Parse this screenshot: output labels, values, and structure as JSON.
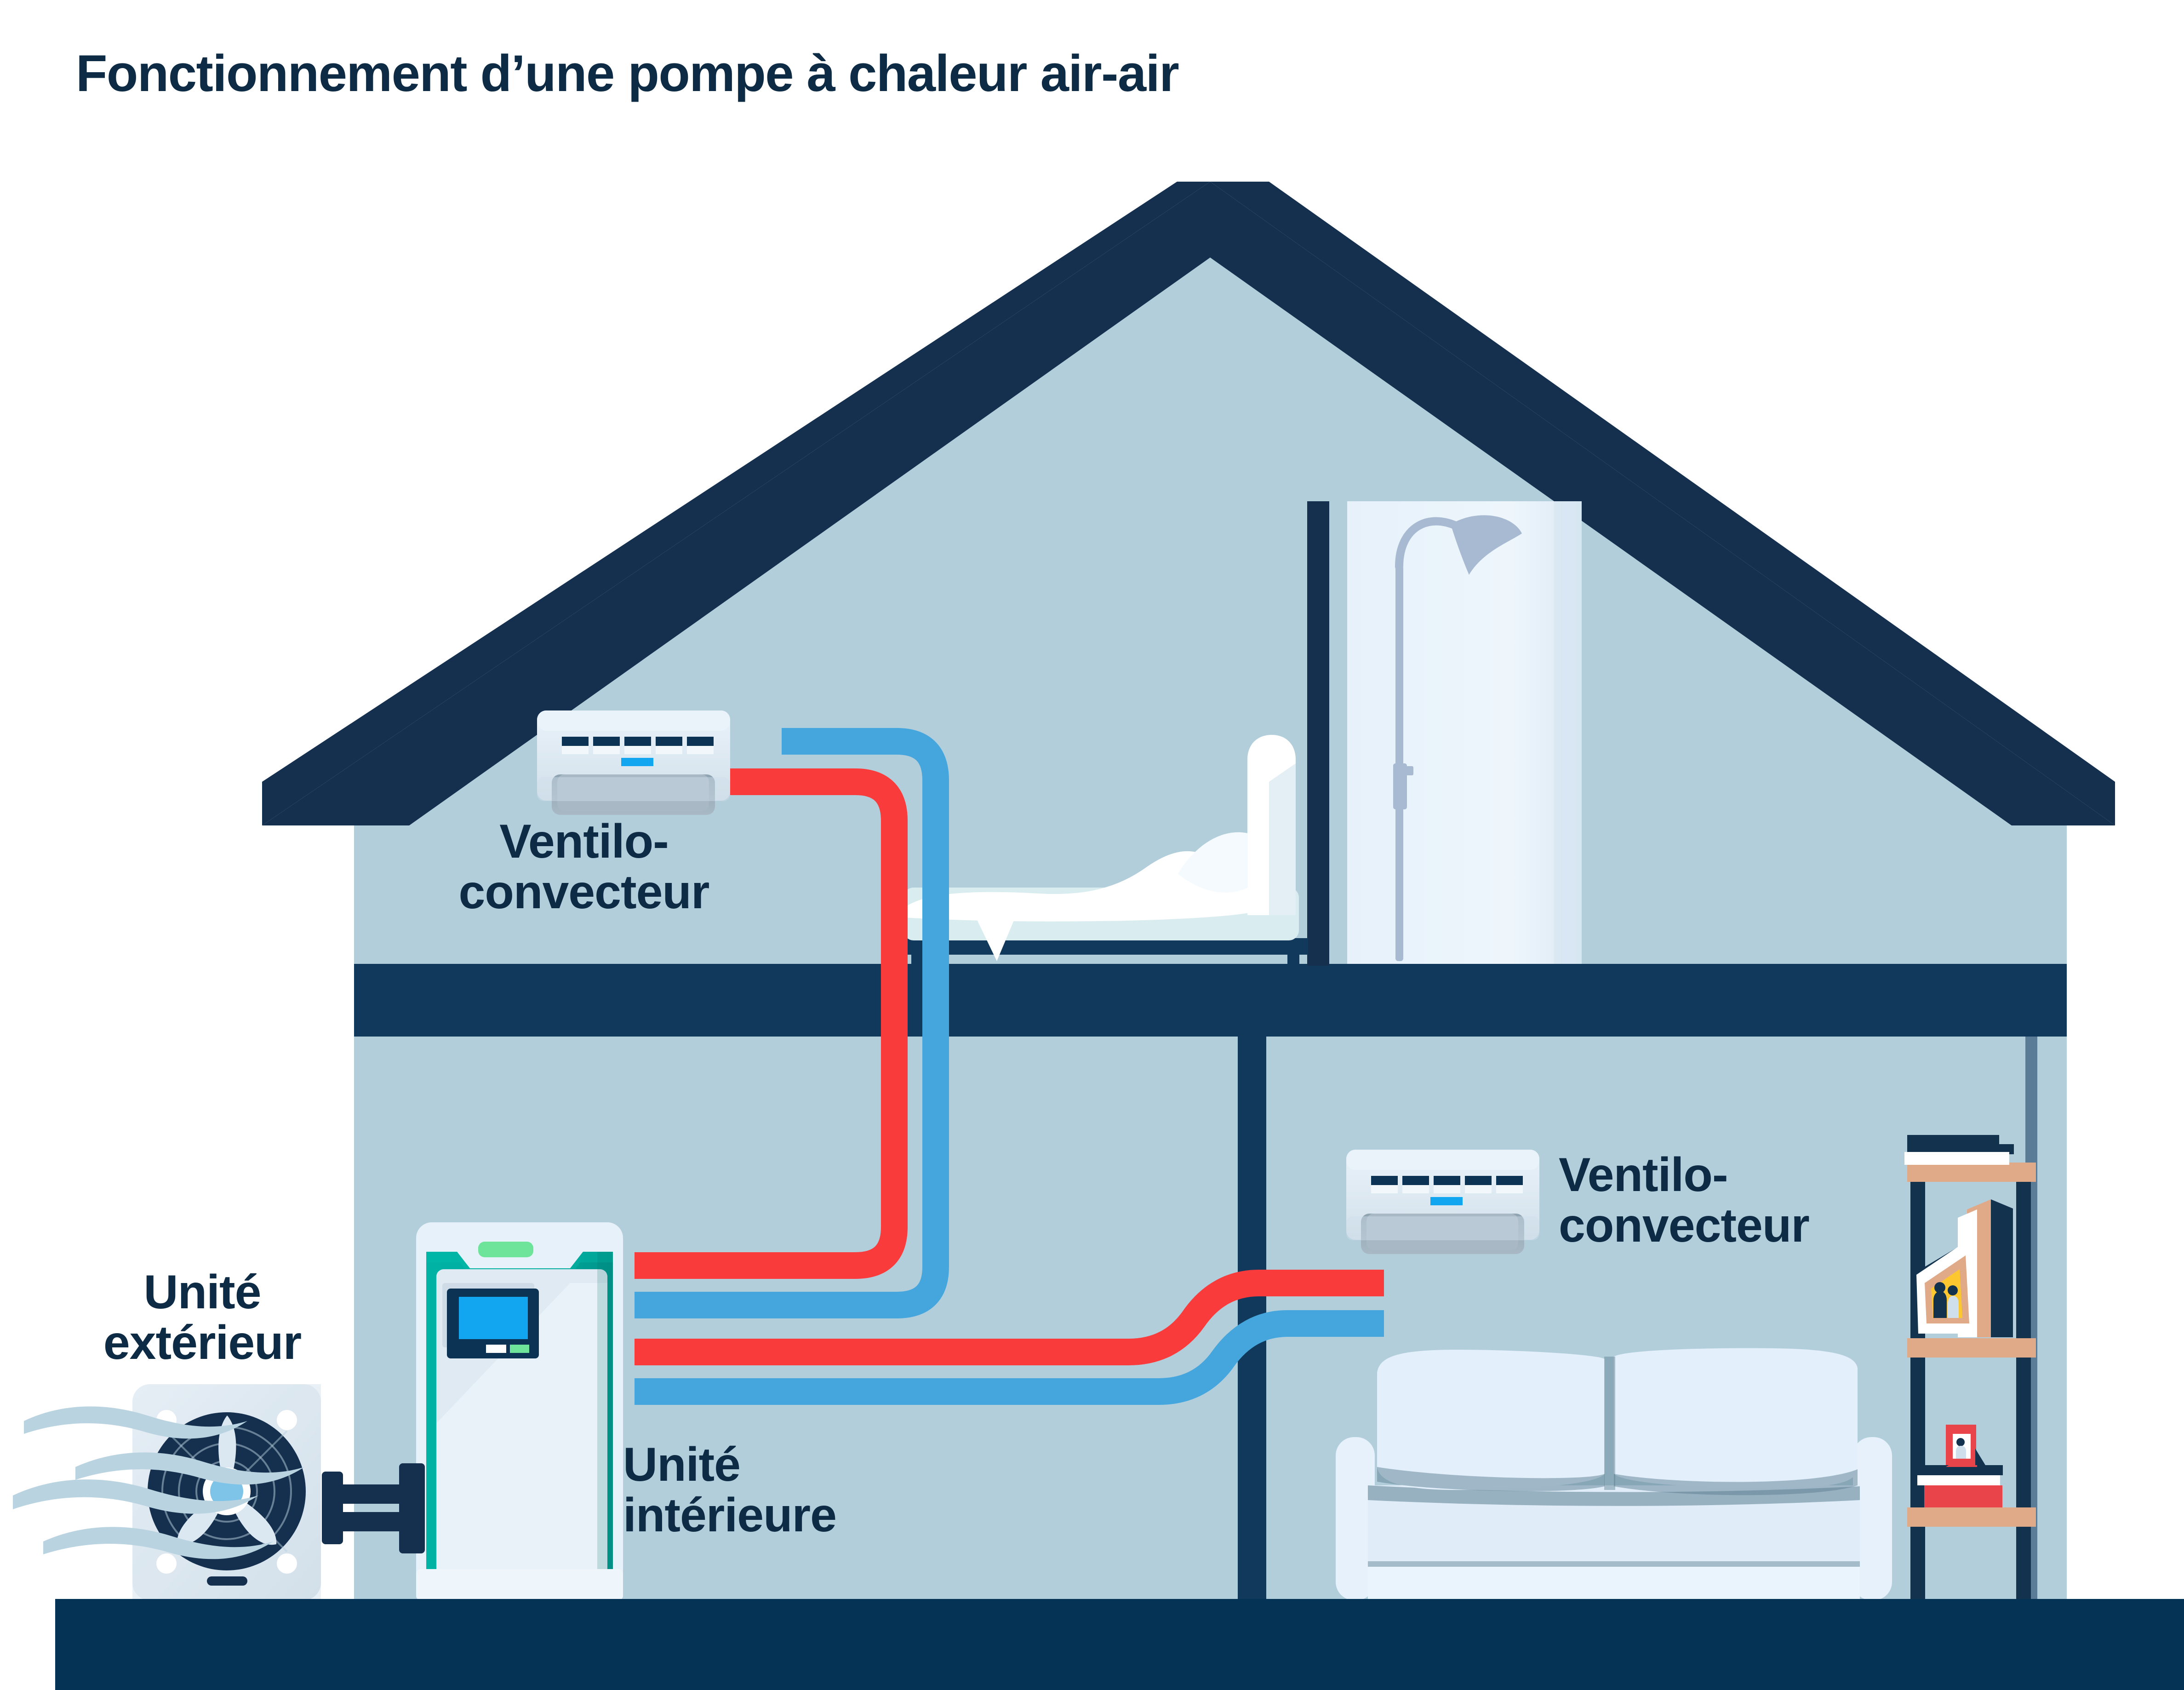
{
  "title": "Fonctionnement d’une pompe à chaleur air-air",
  "labels": {
    "ventilo_top": "Ventilo-\nconvecteur",
    "ventilo_bottom": "Ventilo-\nconvecteur",
    "outdoor_unit": "Unité\nextérieur",
    "indoor_unit": "Unité\nintérieure"
  },
  "colors": {
    "navy": "#0d3354",
    "navy_dark": "#0d2b45",
    "wall_fill": "#b3cedb",
    "wall_fill_light": "#bdd5e0",
    "background": "#ffffff",
    "pipe_hot": "#f93b3b",
    "pipe_cold": "#45a6dd",
    "teal": "#00a79b",
    "teal_dark": "#00978d",
    "accent_green": "#6ee39a",
    "screen_blue": "#12a5f0",
    "unit_body": "#dfeaf3",
    "unit_body_light": "#eaf3fa",
    "unit_grille": "#9eb0bd",
    "shelf_wood": "#e0a988",
    "book_red": "#e8444a",
    "frame_yellow": "#fdc82f",
    "airflow": "#b9d3e0"
  },
  "elements": {
    "house": "maison en coupe",
    "roof": "toit à deux pans",
    "ground": "sol",
    "bed": "lit",
    "shower": "cabine de douche",
    "sofa": "canapé",
    "bookshelf": "étagère à livres",
    "outdoor_fan": "ventilateur unité extérieure",
    "airflow_waves": "flux d'air",
    "pipe_hot": "conduite chaude",
    "pipe_cold": "conduite froide"
  },
  "diagram_data": {
    "type": "diagram",
    "subject": "pompe à chaleur air-air",
    "components": [
      {
        "name": "Unité extérieur",
        "location": "exterieur-gauche"
      },
      {
        "name": "Unité intérieure",
        "location": "rez-de-chaussee-gauche"
      },
      {
        "name": "Ventilo-convecteur",
        "location": "etage-chambre"
      },
      {
        "name": "Ventilo-convecteur",
        "location": "rez-de-chaussee-salon"
      }
    ],
    "connections": [
      {
        "from": "Unité extérieur",
        "to": "Unité intérieure",
        "type": "liaison"
      },
      {
        "from": "Unité intérieure",
        "to": "Ventilo-convecteur (étage)",
        "type": "conduite chaude + froide"
      },
      {
        "from": "Unité intérieure",
        "to": "Ventilo-convecteur (salon)",
        "type": "conduite chaude + froide"
      }
    ],
    "pipe_legend": [
      {
        "color": "#f93b3b",
        "meaning": "chaud"
      },
      {
        "color": "#45a6dd",
        "meaning": "froid"
      }
    ]
  }
}
